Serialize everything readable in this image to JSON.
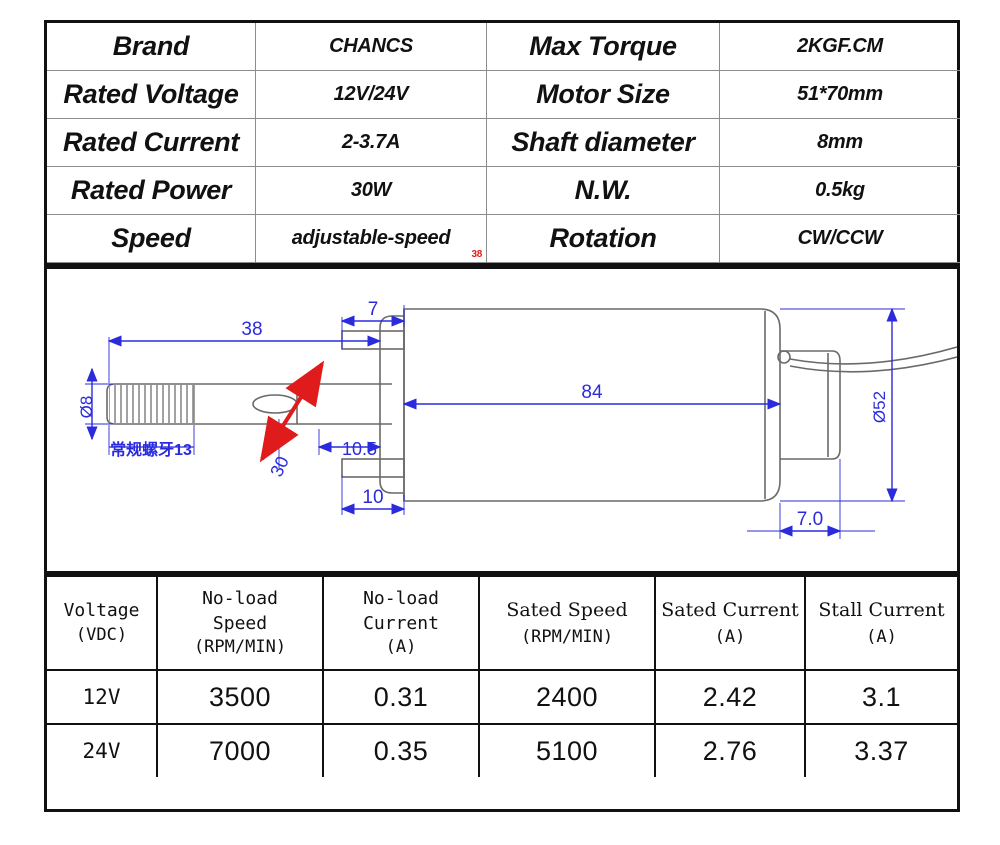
{
  "spec_table": {
    "rows": [
      {
        "label1": "Brand",
        "value1": "CHANCS",
        "label2": "Max Torque",
        "value2": "2KGF.CM"
      },
      {
        "label1": "Rated Voltage",
        "value1": "12V/24V",
        "label2": "Motor Size",
        "value2": "51*70mm"
      },
      {
        "label1": "Rated Current",
        "value1": "2-3.7A",
        "label2": "Shaft diameter",
        "value2": "8mm"
      },
      {
        "label1": "Rated Power",
        "value1": "30W",
        "label2": "N.W.",
        "value2": "0.5kg"
      },
      {
        "label1": "Speed",
        "value1": "adjustable-speed",
        "label2": "Rotation",
        "value2": "CW/CCW"
      }
    ],
    "watermark": "38"
  },
  "drawing": {
    "title": "dc-motor-dimension-drawing",
    "line_color": "#6a6a6a",
    "dimension_color": "#2b2bdd",
    "annotation_color": "#e01b1b",
    "dimensions": {
      "shaft_length": "38",
      "shaft_diameter": "Ø8",
      "thread_note": "常规螺牙13",
      "flat_mark": "30",
      "bracket_offset": "10.5",
      "bracket_width_top": "7",
      "bracket_width_bottom": "10",
      "body_length": "84",
      "body_diameter": "Ø52",
      "rear_depth": "7.0"
    }
  },
  "perf_table": {
    "headers": [
      {
        "name": "Voltage",
        "unit": "(VDC)",
        "style": "mono"
      },
      {
        "name": "No-load",
        "name2": "Speed",
        "unit": "(RPM/MIN)",
        "style": "mono"
      },
      {
        "name": "No-load",
        "name2": "Current",
        "unit": "(A)",
        "style": "mono"
      },
      {
        "name": "Sated Speed",
        "unit": "(RPM/MIN)",
        "style": "serif"
      },
      {
        "name": "Sated Current",
        "unit": "(A)",
        "style": "serif"
      },
      {
        "name": "Stall Current",
        "unit": "(A)",
        "style": "serif"
      }
    ],
    "rows": [
      {
        "voltage": "12V",
        "noload_speed": "3500",
        "noload_current": "0.31",
        "rated_speed": "2400",
        "rated_current": "2.42",
        "stall_current": "3.1"
      },
      {
        "voltage": "24V",
        "noload_speed": "7000",
        "noload_current": "0.35",
        "rated_speed": "5100",
        "rated_current": "2.76",
        "stall_current": "3.37"
      }
    ]
  },
  "chart_data": {
    "type": "table",
    "title": "DC Motor Performance Characteristics",
    "columns": [
      "Voltage (VDC)",
      "No-load Speed (RPM/MIN)",
      "No-load Current (A)",
      "Sated Speed (RPM/MIN)",
      "Sated Current (A)",
      "Stall Current (A)"
    ],
    "rows": [
      [
        "12V",
        3500,
        0.31,
        2400,
        2.42,
        3.1
      ],
      [
        "24V",
        7000,
        0.35,
        5100,
        2.76,
        3.37
      ]
    ]
  }
}
